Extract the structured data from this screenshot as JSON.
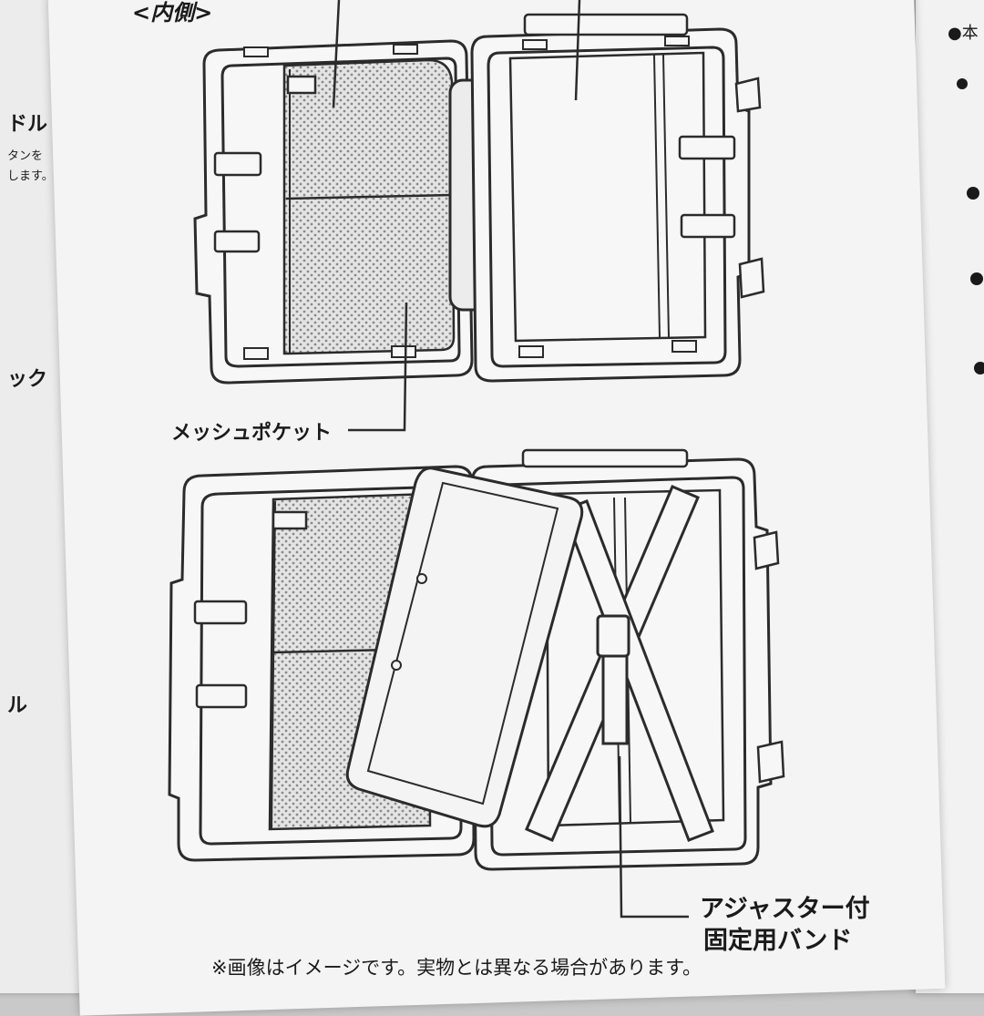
{
  "header": {
    "section_title": "<内側>"
  },
  "left_page": {
    "frag_handle": "ドル",
    "frag_button_1": "タンを",
    "frag_button_2": "します。",
    "frag_lock": "ック",
    "frag_wheel": "ル"
  },
  "right_page": {
    "frag_top": "●本"
  },
  "labels": {
    "mesh_pocket": "メッシュポケット",
    "band_line1": "アジャスター付",
    "band_line2": "固定用バンド"
  },
  "footnote": "※画像はイメージです。実物とは異なる場合があります。",
  "colors": {
    "paper": "#f4f4f4",
    "line": "#2b2b2b",
    "mesh": "#9a9a9a",
    "background": "#c9c9c9"
  }
}
